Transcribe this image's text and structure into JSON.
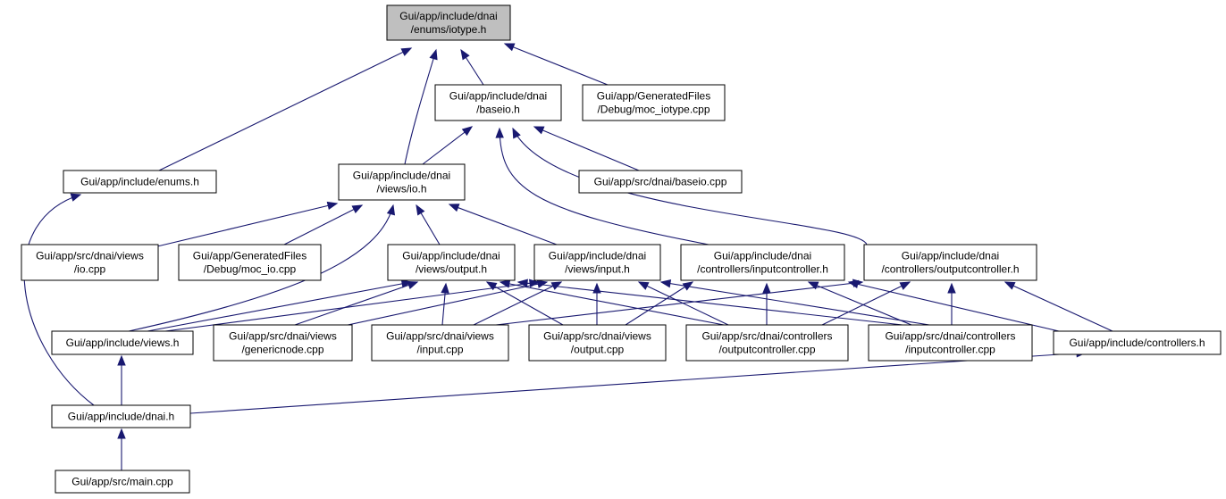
{
  "diagram": {
    "title": "",
    "colors": {
      "root_fill": "#bfbfbf",
      "node_fill": "#ffffff",
      "edge": "#191970"
    },
    "nodes": [
      {
        "id": "iotype_h",
        "lines": [
          "Gui/app/include/dnai",
          "/enums/iotype.h"
        ],
        "highlight": true
      },
      {
        "id": "baseio_h",
        "lines": [
          "Gui/app/include/dnai",
          "/baseio.h"
        ]
      },
      {
        "id": "moc_iotype_cpp",
        "lines": [
          "Gui/app/GeneratedFiles",
          "/Debug/moc_iotype.cpp"
        ]
      },
      {
        "id": "enums_h",
        "lines": [
          "Gui/app/include/enums.h"
        ]
      },
      {
        "id": "views_io_h",
        "lines": [
          "Gui/app/include/dnai",
          "/views/io.h"
        ]
      },
      {
        "id": "baseio_cpp",
        "lines": [
          "Gui/app/src/dnai/baseio.cpp"
        ]
      },
      {
        "id": "io_cpp",
        "lines": [
          "Gui/app/src/dnai/views",
          "/io.cpp"
        ]
      },
      {
        "id": "moc_io_cpp",
        "lines": [
          "Gui/app/GeneratedFiles",
          "/Debug/moc_io.cpp"
        ]
      },
      {
        "id": "output_h",
        "lines": [
          "Gui/app/include/dnai",
          "/views/output.h"
        ]
      },
      {
        "id": "input_h",
        "lines": [
          "Gui/app/include/dnai",
          "/views/input.h"
        ]
      },
      {
        "id": "inputcontroller_h",
        "lines": [
          "Gui/app/include/dnai",
          "/controllers/inputcontroller.h"
        ]
      },
      {
        "id": "outputcontroller_h",
        "lines": [
          "Gui/app/include/dnai",
          "/controllers/outputcontroller.h"
        ]
      },
      {
        "id": "views_h",
        "lines": [
          "Gui/app/include/views.h"
        ]
      },
      {
        "id": "genericnode_cpp",
        "lines": [
          "Gui/app/src/dnai/views",
          "/genericnode.cpp"
        ]
      },
      {
        "id": "input_cpp",
        "lines": [
          "Gui/app/src/dnai/views",
          "/input.cpp"
        ]
      },
      {
        "id": "output_cpp",
        "lines": [
          "Gui/app/src/dnai/views",
          "/output.cpp"
        ]
      },
      {
        "id": "outputcontroller_cpp",
        "lines": [
          "Gui/app/src/dnai/controllers",
          "/outputcontroller.cpp"
        ]
      },
      {
        "id": "inputcontroller_cpp",
        "lines": [
          "Gui/app/src/dnai/controllers",
          "/inputcontroller.cpp"
        ]
      },
      {
        "id": "controllers_h",
        "lines": [
          "Gui/app/include/controllers.h"
        ]
      },
      {
        "id": "dnai_h",
        "lines": [
          "Gui/app/include/dnai.h"
        ]
      },
      {
        "id": "main_cpp",
        "lines": [
          "Gui/app/src/main.cpp"
        ]
      }
    ],
    "edges": [
      {
        "from": "baseio_h",
        "to": "iotype_h"
      },
      {
        "from": "moc_iotype_cpp",
        "to": "iotype_h"
      },
      {
        "from": "enums_h",
        "to": "iotype_h"
      },
      {
        "from": "views_io_h",
        "to": "iotype_h"
      },
      {
        "from": "views_io_h",
        "to": "baseio_h"
      },
      {
        "from": "baseio_cpp",
        "to": "baseio_h"
      },
      {
        "from": "inputcontroller_h",
        "to": "baseio_h"
      },
      {
        "from": "outputcontroller_h",
        "to": "baseio_h"
      },
      {
        "from": "io_cpp",
        "to": "views_io_h"
      },
      {
        "from": "moc_io_cpp",
        "to": "views_io_h"
      },
      {
        "from": "output_h",
        "to": "views_io_h"
      },
      {
        "from": "input_h",
        "to": "views_io_h"
      },
      {
        "from": "views_h",
        "to": "views_io_h"
      },
      {
        "from": "views_h",
        "to": "output_h"
      },
      {
        "from": "genericnode_cpp",
        "to": "output_h"
      },
      {
        "from": "input_cpp",
        "to": "output_h"
      },
      {
        "from": "output_cpp",
        "to": "output_h"
      },
      {
        "from": "outputcontroller_cpp",
        "to": "output_h"
      },
      {
        "from": "inputcontroller_cpp",
        "to": "output_h"
      },
      {
        "from": "views_h",
        "to": "input_h"
      },
      {
        "from": "genericnode_cpp",
        "to": "input_h"
      },
      {
        "from": "input_cpp",
        "to": "input_h"
      },
      {
        "from": "output_cpp",
        "to": "input_h"
      },
      {
        "from": "outputcontroller_cpp",
        "to": "input_h"
      },
      {
        "from": "inputcontroller_cpp",
        "to": "input_h"
      },
      {
        "from": "output_cpp",
        "to": "inputcontroller_h"
      },
      {
        "from": "outputcontroller_cpp",
        "to": "inputcontroller_h"
      },
      {
        "from": "inputcontroller_cpp",
        "to": "inputcontroller_h"
      },
      {
        "from": "controllers_h",
        "to": "inputcontroller_h"
      },
      {
        "from": "input_cpp",
        "to": "outputcontroller_h"
      },
      {
        "from": "outputcontroller_cpp",
        "to": "outputcontroller_h"
      },
      {
        "from": "inputcontroller_cpp",
        "to": "outputcontroller_h"
      },
      {
        "from": "controllers_h",
        "to": "outputcontroller_h"
      },
      {
        "from": "dnai_h",
        "to": "views_h"
      },
      {
        "from": "dnai_h",
        "to": "enums_h"
      },
      {
        "from": "dnai_h",
        "to": "controllers_h"
      },
      {
        "from": "main_cpp",
        "to": "dnai_h"
      }
    ]
  }
}
